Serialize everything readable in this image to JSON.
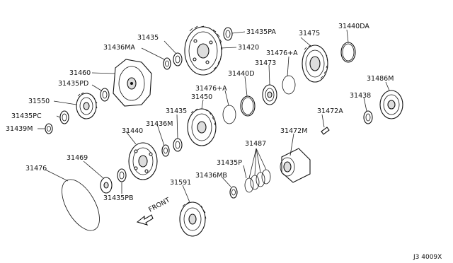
{
  "diagram": {
    "labels": {
      "p31435_top": "31435",
      "p31435PA": "31435PA",
      "p31436MA": "31436MA",
      "p31420": "31420",
      "p31475": "31475",
      "p31440DA": "31440DA",
      "p31476A_top": "31476+A",
      "p31473": "31473",
      "p31460": "31460",
      "p31440D": "31440D",
      "p31486M": "31486M",
      "p31435PD": "31435PD",
      "p31476A_mid": "31476+A",
      "p31450": "31450",
      "p31438": "31438",
      "p31550": "31550",
      "p31472A": "31472A",
      "p31435_mid": "31435",
      "p31435PC": "31435PC",
      "p31436M": "31436M",
      "p31472M": "31472M",
      "p31439M": "31439M",
      "p31440": "31440",
      "p31487": "31487",
      "p31469": "31469",
      "p31476": "31476",
      "p31435P": "31435P",
      "p31436MB": "31436MB",
      "p31591": "31591",
      "p31435PB": "31435PB",
      "front": "FRONT"
    },
    "diagram_code": "J3 4009X"
  }
}
